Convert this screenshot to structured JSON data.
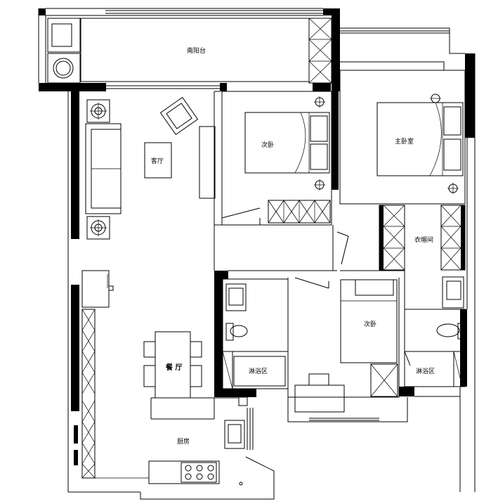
{
  "rooms": {
    "balcony_south": "南阳台",
    "living_room": "客厅",
    "bedroom_second_top": "次卧",
    "master_bedroom": "主卧室",
    "walk_in_closet": "衣帽间",
    "bedroom_second_mid": "次卧",
    "dining_room": "餐 厅",
    "kitchen": "厨房",
    "shower_area_left": "淋浴区",
    "shower_area_right": "淋浴区"
  }
}
